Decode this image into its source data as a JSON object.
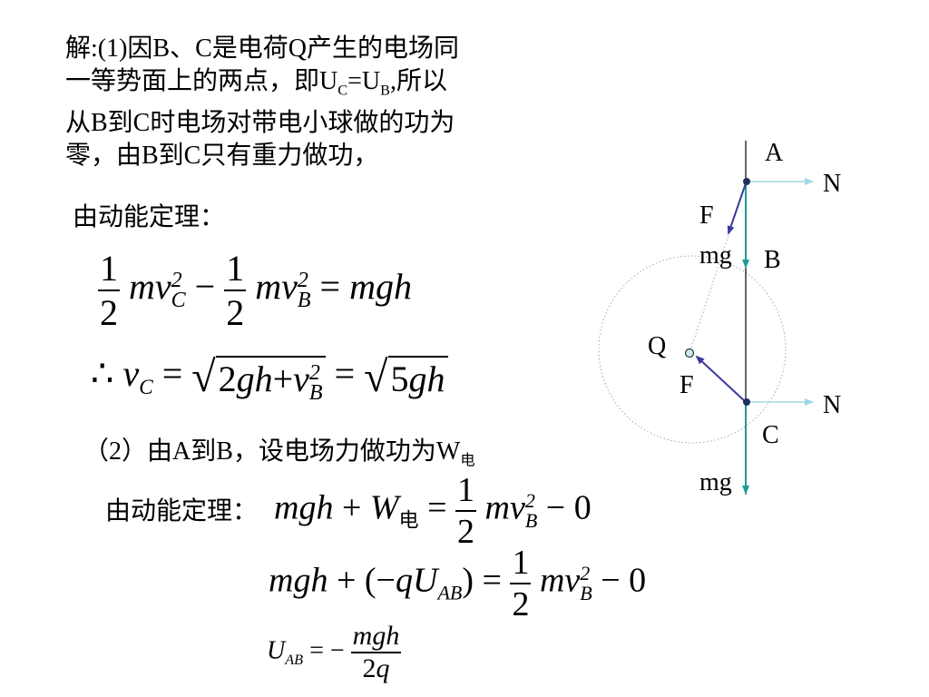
{
  "part1": {
    "line1": "解:(1)因B、C是电荷Q产生的电场同",
    "line2_pre": "一等势面上的两点，即U",
    "line2_sub1": "C",
    "line2_mid": "=U",
    "line2_sub2": "B",
    "line2_post": ",所以",
    "line3": "从B到C时电场对带电小球做的功为",
    "line4": "零，由B到C只有重力做功，"
  },
  "theorem_label_1": "由动能定理：",
  "eq1": {
    "half_num": "1",
    "half_den": "2",
    "term_mv": "mv",
    "sup_2": "2",
    "sub_C": "C",
    "sub_B": "B",
    "minus": "−",
    "equals": "=",
    "rhs": "mgh"
  },
  "eq2": {
    "therefore": "∴",
    "v": "v",
    "sub_C": "C",
    "equals": "=",
    "sqrt1_a": "2",
    "sqrt1_b": "gh",
    "plus": "+",
    "v_B": "v",
    "sup_2": "2",
    "sub_B": "B",
    "sqrt2_a": "5",
    "sqrt2_b": "gh"
  },
  "part2": {
    "text": "（2）由A到B，设电场力做功为W",
    "sub": "电"
  },
  "theorem_label_2": "由动能定理：",
  "eq3": {
    "mgh": "mgh",
    "plus": "+",
    "W": "W",
    "W_sub": "电",
    "equals": "=",
    "half_num": "1",
    "half_den": "2",
    "mv": "mv",
    "sup_2": "2",
    "sub_B": "B",
    "minus": "−",
    "zero": "0"
  },
  "eq4": {
    "lhs_a": "mgh",
    "plus": "+",
    "paren_open": "(",
    "neg": "−",
    "q": "q",
    "U": "U",
    "sub_AB": "AB",
    "paren_close": ")",
    "equals": "=",
    "half_num": "1",
    "half_den": "2",
    "mv": "mv",
    "sup_2": "2",
    "sub_B": "B",
    "minus": "−",
    "zero": "0"
  },
  "eq5": {
    "U": "U",
    "sub_AB": "AB",
    "equals": "=",
    "minus": "−",
    "num": "mgh",
    "den_2": "2",
    "den_q": "q"
  },
  "diagram": {
    "labels": {
      "A": "A",
      "B": "B",
      "C": "C",
      "Q": "Q",
      "N_top": "N",
      "N_bottom": "N",
      "F_top": "F",
      "F_bottom": "F",
      "mg_top": "mg",
      "mg_bottom": "mg"
    },
    "colors": {
      "normal_force": "#9fd8e6",
      "gravity": "#1f9a9a",
      "electric_force": "#3b3b9a",
      "circle": "#a8a8a8",
      "vertical_line": "#000000"
    }
  }
}
